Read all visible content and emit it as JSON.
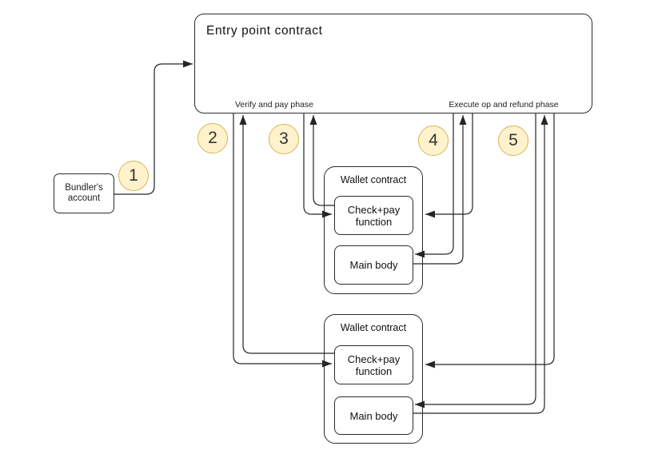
{
  "entry_point": {
    "title": "Entry point contract",
    "verify_phase_label": "Verify and pay phase",
    "execute_phase_label": "Execute op and refund phase"
  },
  "bundler": {
    "label": "Bundler's account"
  },
  "wallets": [
    {
      "title": "Wallet contract",
      "check_pay_label": "Check+pay function",
      "main_body_label": "Main body"
    },
    {
      "title": "Wallet contract",
      "check_pay_label": "Check+pay function",
      "main_body_label": "Main body"
    }
  ],
  "steps": [
    {
      "label": "1"
    },
    {
      "label": "2"
    },
    {
      "label": "3"
    },
    {
      "label": "4"
    },
    {
      "label": "5"
    }
  ],
  "edges": [
    {
      "step": "1",
      "from": "bundler-account",
      "to": "entry-point-contract"
    },
    {
      "step": "2",
      "from": "entry-point-contract",
      "to": "wallet-2-check-pay-function",
      "return_to_entry": true,
      "phase": "Verify and pay phase"
    },
    {
      "step": "3",
      "from": "entry-point-contract",
      "to": "wallet-1-check-pay-function",
      "return_to_entry": true,
      "phase": "Verify and pay phase"
    },
    {
      "step": "4",
      "from": "entry-point-contract",
      "to": "wallet-1-main-body",
      "also_to": "wallet-1-check-pay-side",
      "return_to_entry": true,
      "phase": "Execute op and refund phase"
    },
    {
      "step": "5",
      "from": "entry-point-contract",
      "to": "wallet-2-main-body",
      "also_to": "wallet-2-check-pay-side",
      "return_to_entry": true,
      "phase": "Execute op and refund phase"
    }
  ],
  "colors": {
    "line": "#242424",
    "step_fill": "#FFF2CC",
    "step_border": "#D6B656"
  }
}
